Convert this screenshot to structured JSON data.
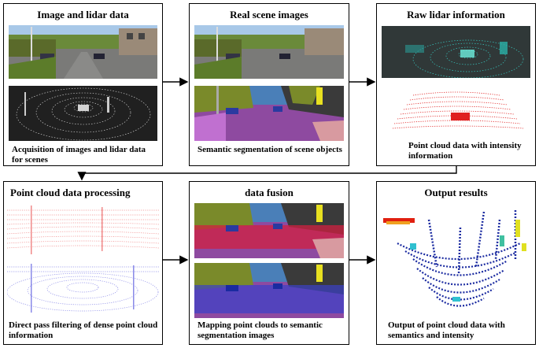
{
  "panels": [
    {
      "title": "Image and lidar data",
      "caption": "Acquisition of images and lidar data for scenes"
    },
    {
      "title": "Real scene images",
      "caption": "Semantic segmentation of scene objects"
    },
    {
      "title": "Raw lidar information",
      "caption": "Point cloud data with intensity information"
    },
    {
      "title": "Point cloud data processing",
      "caption": "Direct pass filtering of dense point cloud information"
    },
    {
      "title": "data fusion",
      "caption": "Mapping point clouds to semantic segmentation images"
    },
    {
      "title": "Output results",
      "caption": "Output of point cloud data with semantics and intensity"
    }
  ],
  "colors": {
    "border": "#000000",
    "seg_road": "#8e4aa0",
    "seg_vegetation": "#7a8a2a",
    "seg_sky": "#4a7fb8",
    "seg_building": "#3a3a3a",
    "lidar_cyan": "#36c8c0",
    "lidar_red": "#e02020",
    "filter_red": "#f08a8a",
    "filter_blue": "#8a8ae8",
    "output_blue": "#1a2aa0"
  }
}
